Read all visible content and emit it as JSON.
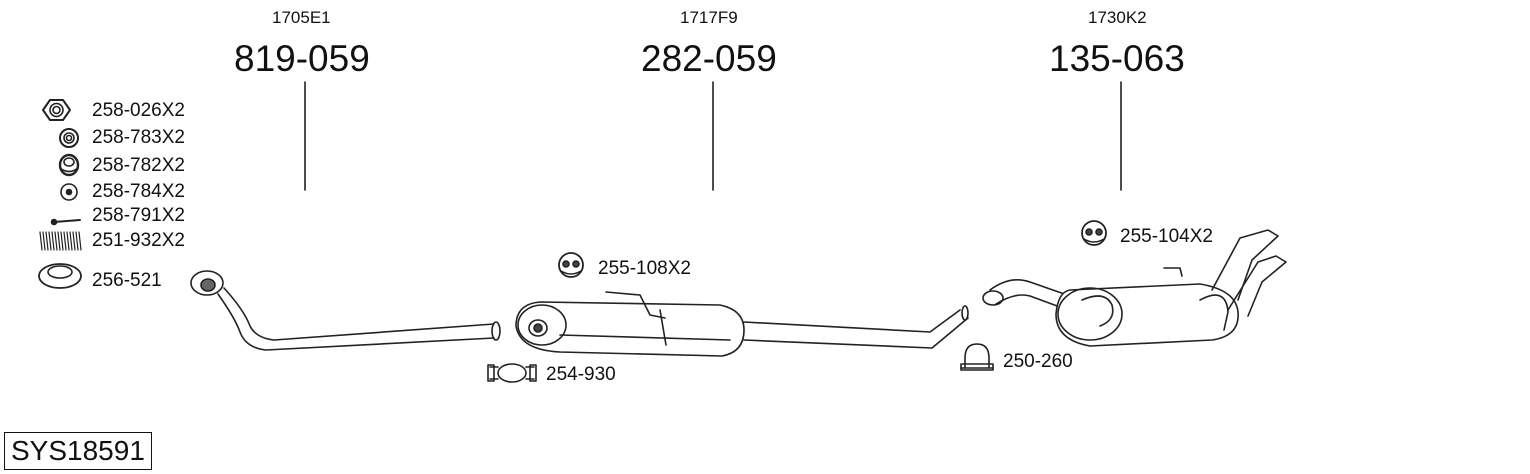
{
  "sections": [
    {
      "oem": "1705E1",
      "part_number": "819-059"
    },
    {
      "oem": "1717F9",
      "part_number": "282-059"
    },
    {
      "oem": "1730K2",
      "part_number": "135-063"
    }
  ],
  "accessories_list": [
    {
      "label": "258-026X2",
      "icon": "hex-nut-icon"
    },
    {
      "label": "258-783X2",
      "icon": "ring-washer-icon"
    },
    {
      "label": "258-782X2",
      "icon": "spring-washer-icon"
    },
    {
      "label": "258-784X2",
      "icon": "small-washer-icon"
    },
    {
      "label": "258-791X2",
      "icon": "bolt-icon"
    },
    {
      "label": "251-932X2",
      "icon": "coil-spring-icon"
    },
    {
      "label": "256-521",
      "icon": "gasket-ring-icon"
    }
  ],
  "callouts": {
    "hanger_middle": "255-108X2",
    "clamp_middle": "254-930",
    "hanger_rear": "255-104X2",
    "clamp_rear": "250-260"
  },
  "system_id": "SYS18591"
}
